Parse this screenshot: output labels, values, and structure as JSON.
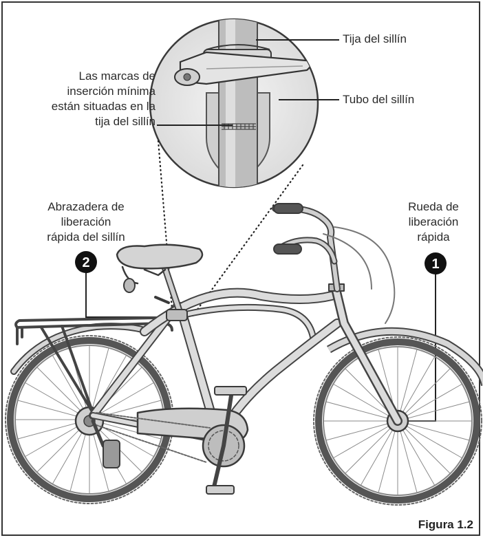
{
  "figure": {
    "caption": "Figura 1.2",
    "labels": {
      "seatpost": "Tija del sillín",
      "seat_tube": "Tubo del sillín",
      "insertion_marks": [
        "Las marcas de",
        "inserción mínima",
        "están situadas en la",
        "tija del sillín"
      ],
      "seat_clamp": [
        "Abrazadera de",
        "liberación",
        "rápida del sillín"
      ],
      "quick_release_wheel": [
        "Rueda de",
        "liberación",
        "rápida"
      ]
    },
    "callouts": [
      {
        "number": "1"
      },
      {
        "number": "2"
      }
    ]
  }
}
